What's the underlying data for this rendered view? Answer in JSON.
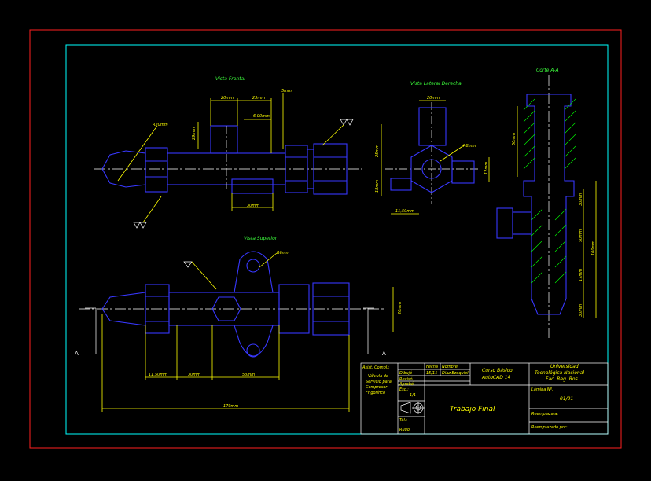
{
  "views": {
    "front": "Vista Frontal",
    "right": "Vista Lateral Derecha",
    "top": "Vista Superior",
    "section": "Corte A-A"
  },
  "section_marks": {
    "left": "A",
    "right": "A"
  },
  "dims_front": {
    "d1": "20mm",
    "d2": "23mm",
    "d3": "5mm",
    "d4": "6,00mm",
    "d5": "29mm",
    "d6": "30mm",
    "r1": "R20mm"
  },
  "dims_right": {
    "d1": "20mm",
    "d2": "18mm",
    "d3": "25mm",
    "d4": "12mm",
    "d5": "11,50mm",
    "r1": "R8mm"
  },
  "dims_top": {
    "r1": "R6mm",
    "d1": "26mm",
    "d2": "11,50mm",
    "d3": "30mm",
    "d4": "53mm",
    "d5": "179mm"
  },
  "dims_section": {
    "d1": "50mm",
    "d2": "30mm",
    "d3": "50mm",
    "d4": "17mm",
    "d5": "100mm",
    "d6": "30mm"
  },
  "title_block": {
    "asig": "Asist. Compl.:",
    "desc": "Válvula de Servicio para Compresor Frigorífico",
    "fecha": "Fecha",
    "nombre": "Nombre",
    "dibujo": "Dibujó",
    "dibujo_fecha": "15/11",
    "dibujo_nombre": "Diaz Ezequiel",
    "reviso": "Revisó",
    "aprobo": "Aprobó",
    "esc": "Esc.:",
    "esc_val": "1/1",
    "tol": "Tol.:",
    "rugo": "Rugo.",
    "course_1": "Curso Básico",
    "course_2": "AutoCAD 14",
    "uni_1": "Universidad",
    "uni_2": "Tecnológica Nacional",
    "uni_3": "Fac. Reg. Ros.",
    "title": "Trabajo Final",
    "lamina": "Lámina Nº.",
    "lamina_val": "01/01",
    "reemplaza": "Reemplaza a:",
    "reemplazado": "Reemplazado por:"
  }
}
